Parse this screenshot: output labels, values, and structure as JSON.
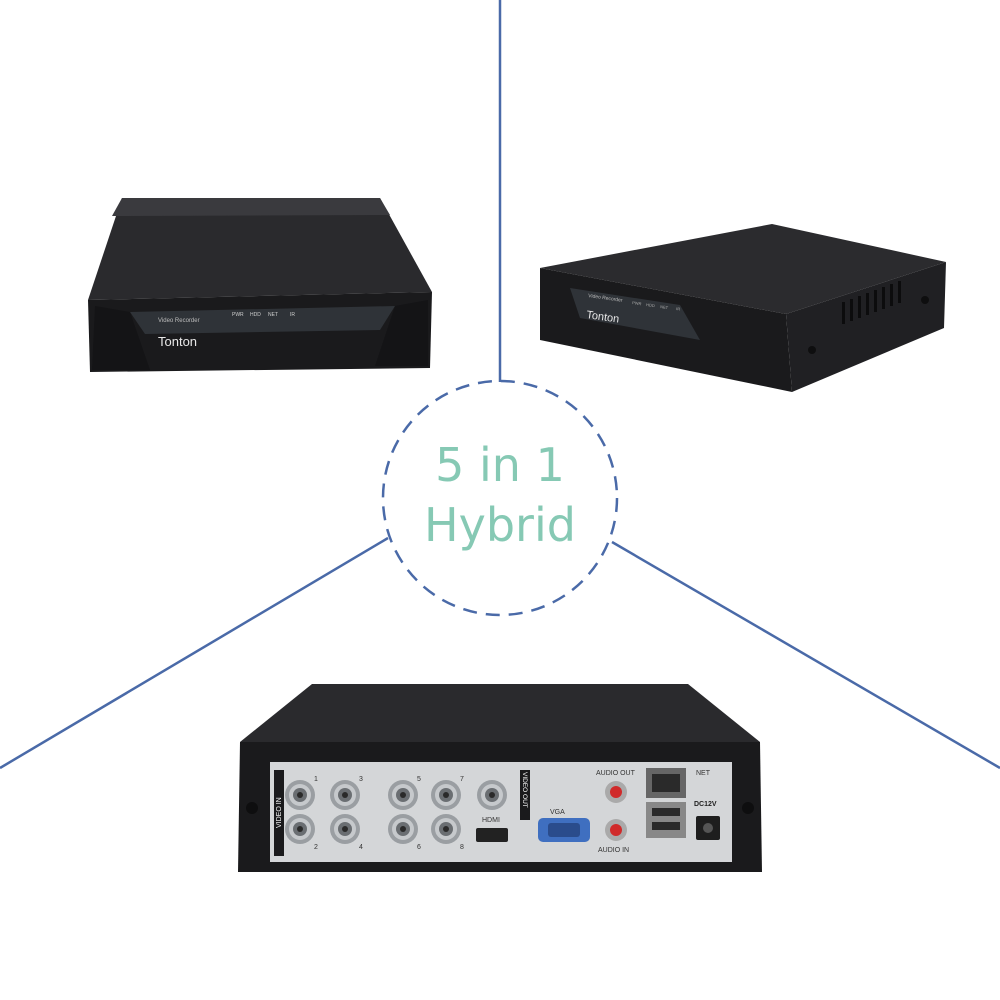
{
  "badge": {
    "line1": "5 in 1",
    "line2": "Hybrid"
  },
  "front_unit": {
    "model_label": "Video Recorder",
    "brand": "Tonton",
    "indicators": [
      "PWR",
      "HDD",
      "NET",
      "IR"
    ]
  },
  "angled_unit": {
    "model_label": "Video Recorder",
    "brand": "Tonton",
    "indicators": [
      "PWR",
      "HDD",
      "NET",
      "IR"
    ]
  },
  "rear_unit": {
    "video_in_label": "VIDEO IN",
    "video_out_label": "VIDEO OUT",
    "channels": [
      "1",
      "2",
      "3",
      "4",
      "5",
      "6",
      "7",
      "8"
    ],
    "hdmi_label": "HDMI",
    "vga_label": "VGA",
    "audio_out_label": "AUDIO OUT",
    "audio_in_label": "AUDIO IN",
    "net_label": "NET",
    "dc_label": "DC12V"
  },
  "colors": {
    "lines": "#4a6aa8",
    "badge_text": "#86c9b4",
    "device": "#1b1b1d"
  }
}
